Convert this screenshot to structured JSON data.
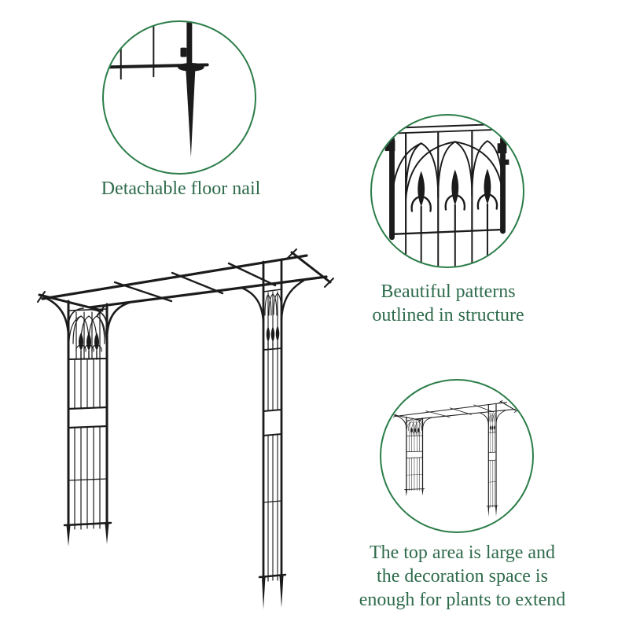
{
  "colors": {
    "ring_green": "#2b7d48",
    "text_green": "#2e6b4b",
    "artwork_black": "#1b1b1b",
    "background": "#ffffff"
  },
  "main_image": {
    "illustration": "garden-arch-arbor-line-drawing"
  },
  "callouts": [
    {
      "name": "floor-nail",
      "illustration": "detachable-ground-stake-detail",
      "lines": [
        "Detachable floor nail"
      ]
    },
    {
      "name": "patterns",
      "illustration": "gothic-finial-panel-detail",
      "lines": [
        "Beautiful patterns",
        "outlined in structure"
      ]
    },
    {
      "name": "top-area",
      "illustration": "arch-top-overview",
      "lines": [
        "The top area is large and",
        "the decoration space is",
        "enough for plants to extend"
      ]
    }
  ]
}
